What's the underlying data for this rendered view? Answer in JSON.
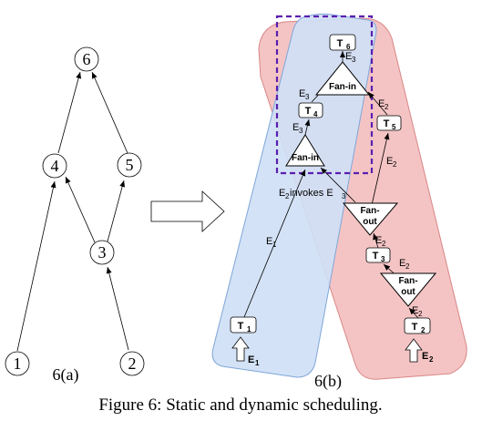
{
  "left_graph": {
    "nodes": [
      {
        "id": "n6",
        "label": "6"
      },
      {
        "id": "n4",
        "label": "4"
      },
      {
        "id": "n5",
        "label": "5"
      },
      {
        "id": "n3",
        "label": "3"
      },
      {
        "id": "n1",
        "label": "1"
      },
      {
        "id": "n2",
        "label": "2"
      }
    ],
    "sublabel": "6(a)"
  },
  "right_graph": {
    "tasks": {
      "t1": {
        "main": "T",
        "sub": "1"
      },
      "t2": {
        "main": "T",
        "sub": "2"
      },
      "t3": {
        "main": "T",
        "sub": "3"
      },
      "t4": {
        "main": "T",
        "sub": "4"
      },
      "t5": {
        "main": "T",
        "sub": "5"
      },
      "t6": {
        "main": "T",
        "sub": "6"
      }
    },
    "operators": {
      "fanin_top": "Fan-in",
      "fanin_mid": "Fan-in",
      "fanout_top_1": "Fan-",
      "fanout_top_2": "out",
      "fanout_bottom_1": "Fan-",
      "fanout_bottom_2": "out"
    },
    "entries": {
      "e1": {
        "main": "E",
        "sub": "1"
      },
      "e2": {
        "main": "E",
        "sub": "2"
      }
    },
    "edge_labels": {
      "e3_top": {
        "main": "E",
        "sub": "3"
      },
      "e3_left": {
        "main": "E",
        "sub": "3"
      },
      "e3_t4": {
        "main": "E",
        "sub": "3"
      },
      "e2_right_top": {
        "main": "E",
        "sub": "2"
      },
      "e2_right_mid": {
        "main": "E",
        "sub": "2"
      },
      "e1_mid": {
        "main": "E",
        "sub": "1"
      },
      "e2_fo1": {
        "main": "E",
        "sub": "2"
      },
      "e2_t3": {
        "main": "E",
        "sub": "2"
      },
      "e2_fo2": {
        "main": "E",
        "sub": "2"
      }
    },
    "invokes": {
      "prefix_main": "E",
      "prefix_sub": "2",
      "text": " invokes E",
      "suffix_sub": "3"
    },
    "sublabel": "6(b)"
  },
  "caption": "Figure 6: Static and dynamic scheduling.",
  "colors": {
    "blue_fill": "#cfe0f5",
    "blue_stroke": "#7ea6d8",
    "red_fill": "#f4c4c4",
    "red_stroke": "#d98585",
    "dash_box": "#5a1fb0"
  }
}
